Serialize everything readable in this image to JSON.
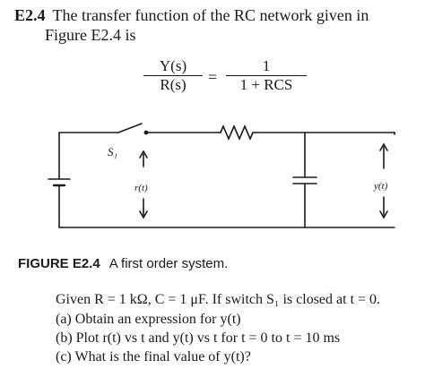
{
  "problem": {
    "number": "E2.4",
    "intro_line1": "The transfer function of the RC network given in",
    "intro_line2": "Figure E2.4 is"
  },
  "transfer_function": {
    "lhs_numerator": "Y(s)",
    "lhs_denominator": "R(s)",
    "equals": "=",
    "rhs_numerator": "1",
    "rhs_denominator": "1 + RCS"
  },
  "circuit": {
    "switch_label": "S₁",
    "input_label": "r(t)",
    "output_label": "y(t)"
  },
  "figure": {
    "label": "FIGURE E2.4",
    "caption": "A first order system."
  },
  "given": "Given R = 1 kΩ, C = 1 μF. If switch S₁ is closed at t = 0.",
  "items": [
    "(a)  Obtain an expression for y(t)",
    "(b)  Plot r(t) vs t and y(t) vs t for t = 0 to t = 10 ms",
    "(c)  What is the final value of y(t)?"
  ]
}
